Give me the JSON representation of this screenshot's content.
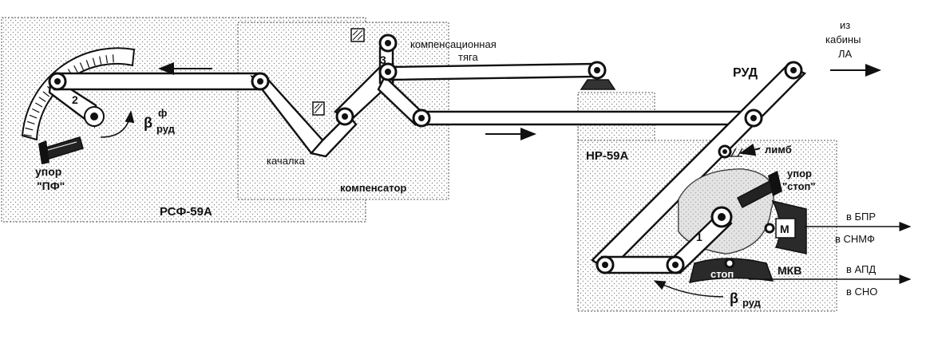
{
  "colors": {
    "ink": "#111111",
    "paper": "#ffffff",
    "shade": "#c8c8c8",
    "dark": "#3a3a3a"
  },
  "labels": {
    "rsf": "РСФ-59А",
    "compensator": "компенсатор",
    "kachalka": "качалка",
    "komp_tyaga_1": "компенсационная",
    "komp_tyaga_2": "тяга",
    "iz": "из",
    "kabiny": "кабины",
    "la": "ЛА",
    "rud": "РУД",
    "nr": "НР-59А",
    "limb": "лимб",
    "upor_stop_1": "упор",
    "upor_stop_2": "\"стоп\"",
    "upor_pf_1": "упор",
    "upor_pf_2": "\"ПФ\"",
    "beta_sym": "β",
    "beta_f_sup": "ф",
    "beta_f_sub": "руд",
    "beta_rud_sub": "руд",
    "num_1": "1",
    "num_2": "2",
    "num_3": "3",
    "m": "М",
    "stop": "стоп",
    "mkv": "МКВ",
    "v_bpr": "в БПР",
    "v_snmf": "в СНМФ",
    "v_apd": "в АПД",
    "v_sno": "в СНО"
  }
}
